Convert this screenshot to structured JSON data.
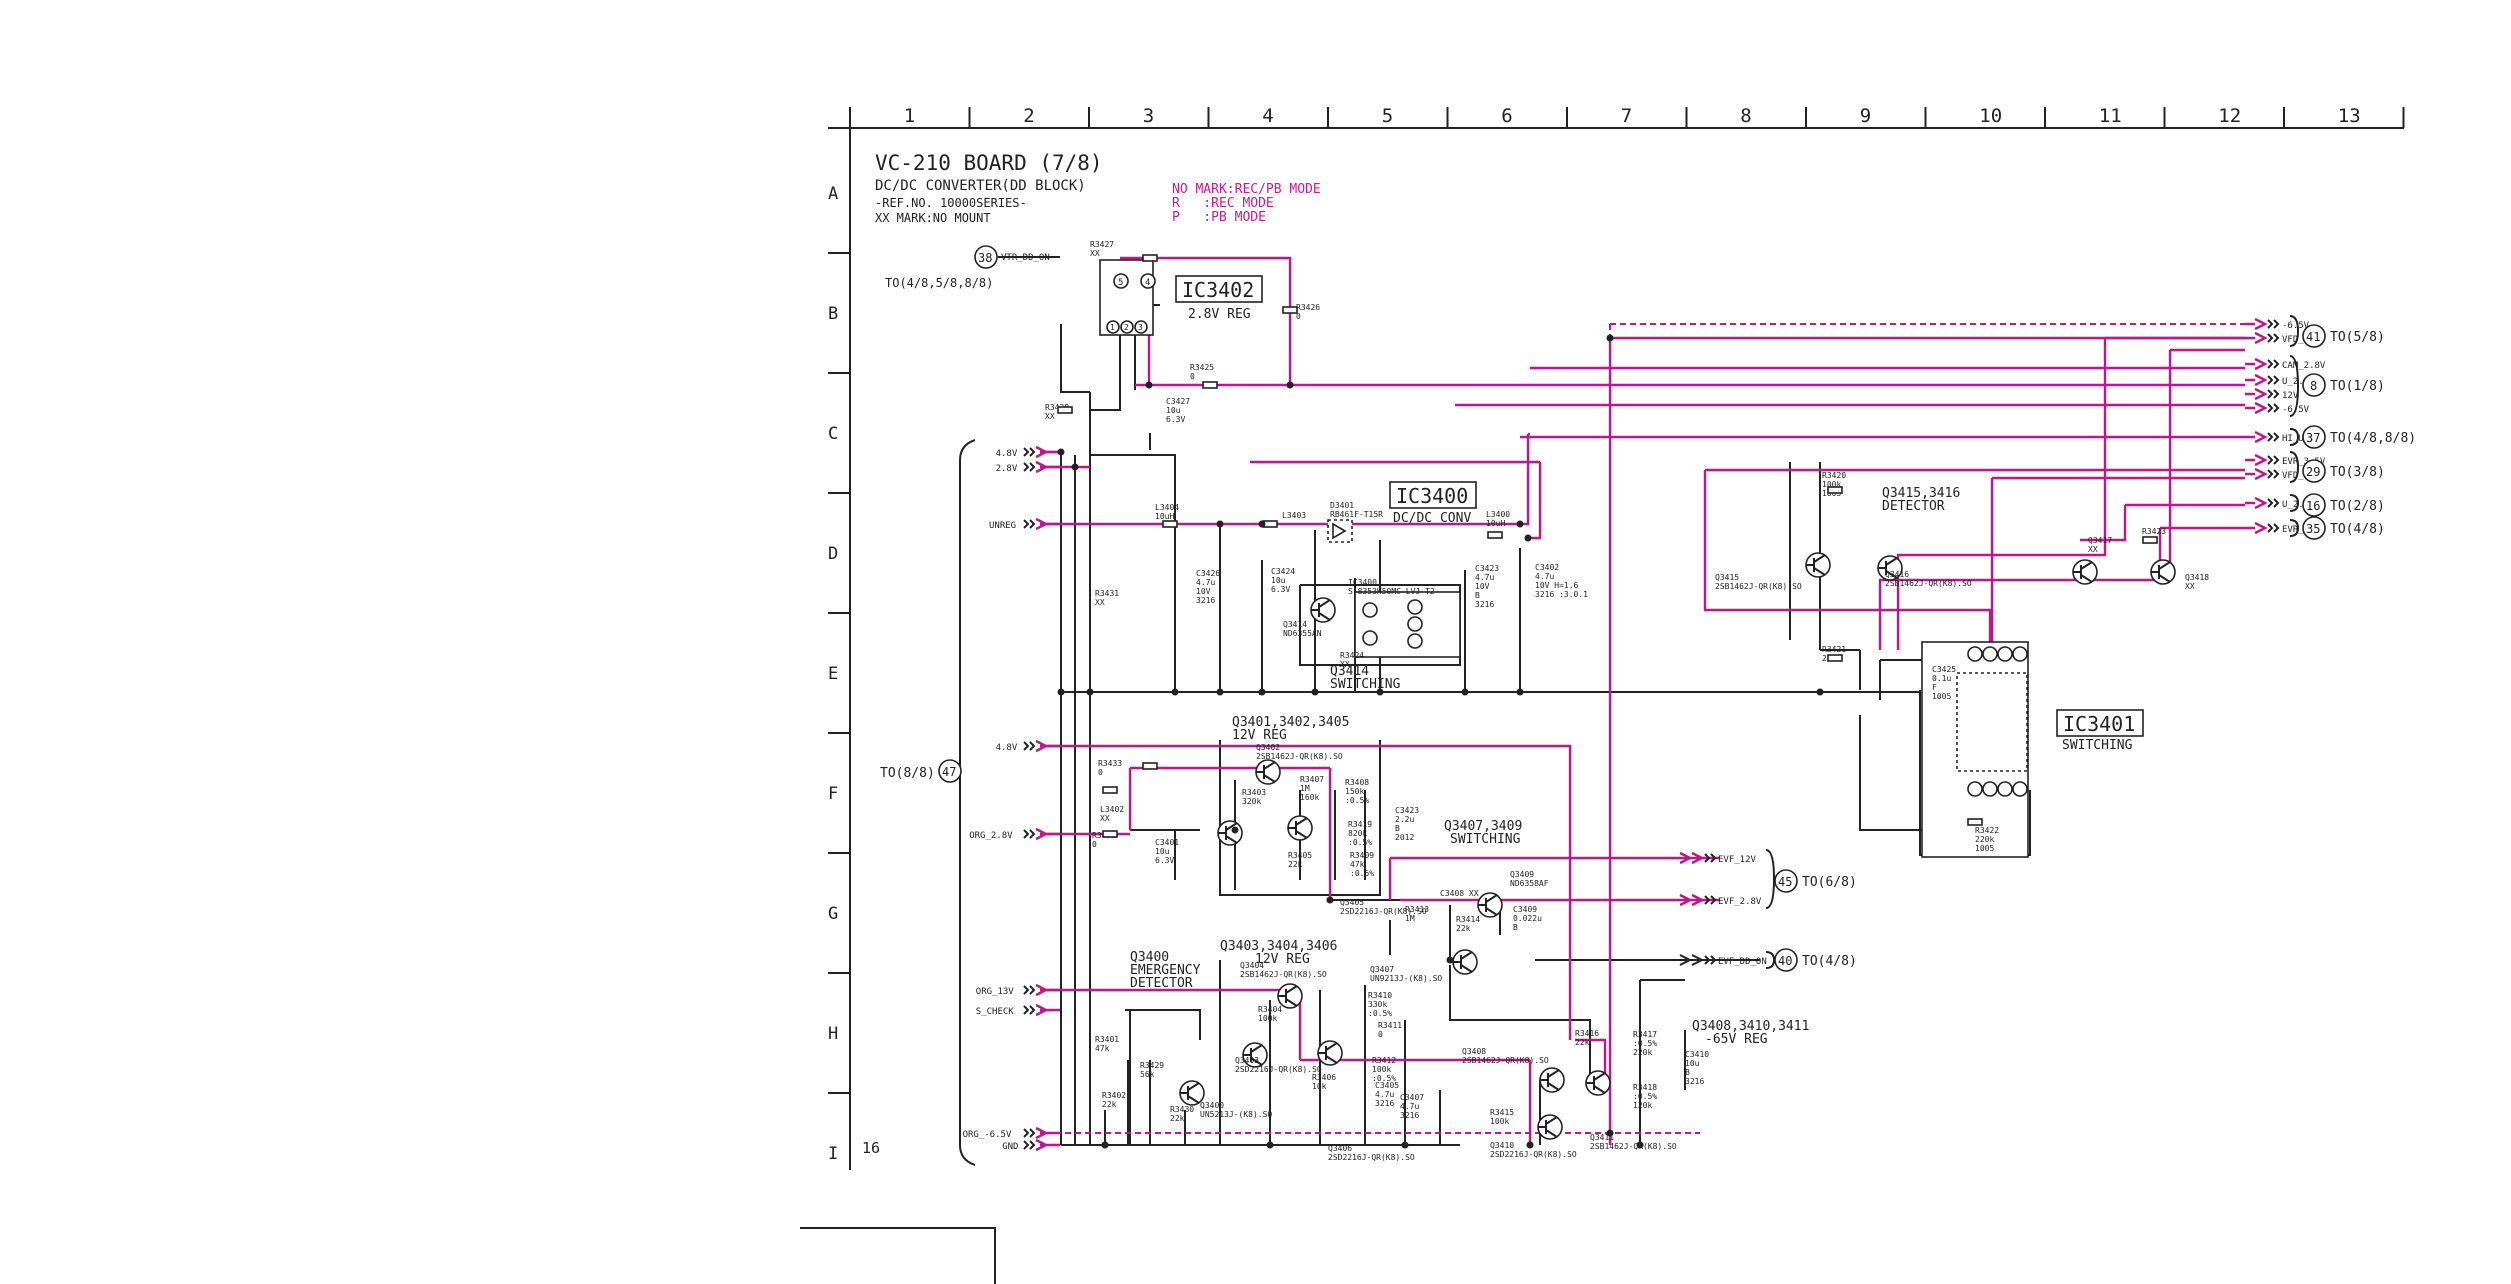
{
  "sheet": {
    "title": "VC-210 BOARD (7/8)",
    "subtitle": "DC/DC CONVERTER(DD BLOCK)",
    "ref_no": "-REF.NO. 10000SERIES-",
    "no_mount": "XX MARK:NO MOUNT",
    "page_number": "16"
  },
  "mode_legend": [
    "NO MARK:REC/PB MODE",
    "R   :REC MODE",
    "P   :PB MODE"
  ],
  "columns": [
    "1",
    "2",
    "3",
    "4",
    "5",
    "6",
    "7",
    "8",
    "9",
    "10",
    "11",
    "12",
    "13"
  ],
  "rows": [
    "A",
    "B",
    "C",
    "D",
    "E",
    "F",
    "G",
    "H",
    "I"
  ],
  "ic_blocks": {
    "ic3402": {
      "label": "IC3402",
      "desc": "2.8V REG"
    },
    "ic3400": {
      "label": "IC3400",
      "desc": "DC/DC CONV"
    },
    "ic3401": {
      "label": "IC3401",
      "desc": "SWITCHING"
    }
  },
  "block_labels": {
    "q3414": [
      "Q3414",
      "SWITCHING"
    ],
    "q3401": [
      "Q3401,3402,3405",
      "12V REG"
    ],
    "q3407": [
      "Q3407,3409",
      "SWITCHING"
    ],
    "q3403": [
      "Q3403,3404,3406",
      "12V REG"
    ],
    "q3400": [
      "Q3400",
      "EMERGENCY",
      "DETECTOR"
    ],
    "q3408": [
      "Q3408,3410,3411",
      "-65V REG"
    ],
    "q3415": [
      "Q3415,3416",
      "DETECTOR"
    ]
  },
  "left_connectors": {
    "c38": {
      "num": "38",
      "sig": "VTR_DD_ON",
      "dest": "TO(4/8,5/8,8/8)"
    },
    "c47": {
      "num": "47",
      "dest": "TO(8/8)"
    },
    "inputs": [
      "4.8V",
      "2.8V",
      "UNREG",
      "4.8V",
      "ORG_2.8V",
      "ORG_13V",
      "S_CHECK",
      "ORG_-6.5V",
      "GND"
    ]
  },
  "right_connectors": {
    "c41": {
      "num": "41",
      "dest": "TO(5/8)",
      "sigs": [
        "-6.5V",
        "VFD_2.8V"
      ]
    },
    "c8": {
      "num": "8",
      "dest": "TO(1/8)",
      "sigs": [
        "CAM_2.8V",
        "U_2.8V",
        "12V",
        "-6.5V"
      ]
    },
    "c37": {
      "num": "37",
      "dest": "TO(4/8,8/8)",
      "sigs": [
        "HI_UNREG"
      ]
    },
    "c29": {
      "num": "29",
      "dest": "TO(3/8)",
      "sigs": [
        "EVR_3.5V",
        "VFD_2.8V"
      ]
    },
    "c16": {
      "num": "16",
      "dest": "TO(2/8)",
      "sigs": [
        "U_2.8V"
      ]
    },
    "c35": {
      "num": "35",
      "dest": "TO(4/8)",
      "sigs": [
        "EVR_3.5V"
      ]
    },
    "c45": {
      "num": "45",
      "dest": "TO(6/8)",
      "sigs": [
        "EVF_12V",
        "EVF_2.8V"
      ]
    },
    "c40": {
      "num": "40",
      "dest": "TO(4/8)",
      "sigs": [
        "EVF_DD_ON"
      ]
    }
  },
  "parts": [
    {
      "id": "r3427",
      "lines": [
        "R3427",
        "XX"
      ]
    },
    {
      "id": "r3426",
      "lines": [
        "R3426",
        "0"
      ]
    },
    {
      "id": "r3425",
      "lines": [
        "R3425",
        "0"
      ]
    },
    {
      "id": "r3428",
      "lines": [
        "R3428",
        "XX"
      ]
    },
    {
      "id": "c3427",
      "lines": [
        "C3427",
        "10u",
        "6.3V"
      ]
    },
    {
      "id": "l3404",
      "lines": [
        "L3404",
        "10uH"
      ]
    },
    {
      "id": "l3403",
      "lines": [
        "L3403"
      ]
    },
    {
      "id": "d3401",
      "lines": [
        "D3401",
        "RB461F-T15R"
      ]
    },
    {
      "id": "l3400",
      "lines": [
        "L3400",
        "10uH"
      ]
    },
    {
      "id": "c3426",
      "lines": [
        "C3426",
        "4.7u",
        "10V",
        "3216"
      ]
    },
    {
      "id": "c3424",
      "lines": [
        "C3424",
        "10u",
        "6.3V"
      ]
    },
    {
      "id": "ic3400b",
      "lines": [
        "IC3400",
        "S-8353H50MC-LVJ-T2"
      ]
    },
    {
      "id": "q3414",
      "lines": [
        "Q3414",
        "ND6355AN"
      ]
    },
    {
      "id": "r3424",
      "lines": [
        "R3424",
        "XX"
      ]
    },
    {
      "id": "c3423",
      "lines": [
        "C3423",
        "4.7u",
        "10V",
        "B",
        "3216"
      ]
    },
    {
      "id": "c3402",
      "lines": [
        "C3402",
        "4.7u",
        "10V H=1.6",
        "3216 :3.0.1"
      ]
    },
    {
      "id": "r3431",
      "lines": [
        "R3431",
        "XX"
      ]
    },
    {
      "id": "r3420",
      "lines": [
        "R3420",
        "100k",
        "1005"
      ]
    },
    {
      "id": "q3415",
      "lines": [
        "Q3415",
        "2SB1462J-QR(K8).SO"
      ]
    },
    {
      "id": "q3416",
      "lines": [
        "Q3416",
        "2SB1462J-QR(K8).SO"
      ]
    },
    {
      "id": "r3421",
      "lines": [
        "R3421",
        "220k"
      ]
    },
    {
      "id": "q3417",
      "lines": [
        "Q3417",
        "XX"
      ]
    },
    {
      "id": "r3423",
      "lines": [
        "R3423",
        "0"
      ]
    },
    {
      "id": "q3418",
      "lines": [
        "Q3418",
        "XX"
      ]
    },
    {
      "id": "c3425",
      "lines": [
        "C3425",
        "0.1u",
        "F",
        "1005"
      ]
    },
    {
      "id": "r3422",
      "lines": [
        "R3422",
        "220k",
        "1005"
      ]
    },
    {
      "id": "q3402",
      "lines": [
        "Q3402",
        "2SB1462J-QR(K8).SO"
      ]
    },
    {
      "id": "r3403",
      "lines": [
        "R3403",
        "320k"
      ]
    },
    {
      "id": "r3407",
      "lines": [
        "R3407",
        "1M",
        "160k"
      ]
    },
    {
      "id": "r3408",
      "lines": [
        "R3408",
        "150k",
        ":0.5%"
      ]
    },
    {
      "id": "r3419",
      "lines": [
        "R3419",
        "820k",
        ":0.5%"
      ]
    },
    {
      "id": "c3423b",
      "lines": [
        "C3423",
        "2.2u",
        "B",
        "2012"
      ]
    },
    {
      "id": "r3405",
      "lines": [
        "R3405",
        "22k"
      ]
    },
    {
      "id": "r3409",
      "lines": [
        "R3409",
        "47k",
        ":0.5%"
      ]
    },
    {
      "id": "r3433",
      "lines": [
        "R3433",
        "0"
      ]
    },
    {
      "id": "l3402",
      "lines": [
        "L3402",
        "XX"
      ]
    },
    {
      "id": "c3401",
      "lines": [
        "C3401",
        "10u",
        "6.3V"
      ]
    },
    {
      "id": "r3432",
      "lines": [
        "R3432",
        "0"
      ]
    },
    {
      "id": "q3409",
      "lines": [
        "Q3409",
        "ND6358AF"
      ]
    },
    {
      "id": "c3408",
      "lines": [
        "C3408 XX"
      ]
    },
    {
      "id": "q3405",
      "lines": [
        "Q3405",
        "2SD2216J-QR(K8).SO"
      ]
    },
    {
      "id": "r3413",
      "lines": [
        "R3413",
        "1M"
      ]
    },
    {
      "id": "r3414",
      "lines": [
        "R3414",
        "22k"
      ]
    },
    {
      "id": "c3409",
      "lines": [
        "C3409",
        "0.022u",
        "B"
      ]
    },
    {
      "id": "q3404",
      "lines": [
        "Q3404",
        "2SB1462J-QR(K8).SO"
      ]
    },
    {
      "id": "q3407",
      "lines": [
        "Q3407",
        "UN9213J-(K8).SO"
      ]
    },
    {
      "id": "r3404",
      "lines": [
        "R3404",
        "100k"
      ]
    },
    {
      "id": "r3410",
      "lines": [
        "R3410",
        "330k",
        ":0.5%"
      ]
    },
    {
      "id": "r3411",
      "lines": [
        "R3411",
        "0"
      ]
    },
    {
      "id": "q3403",
      "lines": [
        "Q3403",
        "2SD2216J-QR(K8).SO"
      ]
    },
    {
      "id": "r3406",
      "lines": [
        "R3406",
        "10k"
      ]
    },
    {
      "id": "r3412",
      "lines": [
        "R3412",
        "100k",
        ":0.5%"
      ]
    },
    {
      "id": "c3405",
      "lines": [
        "C3405",
        "4.7u",
        "3216"
      ]
    },
    {
      "id": "c3407",
      "lines": [
        "C3407",
        "4.7u",
        "3216"
      ]
    },
    {
      "id": "r3401",
      "lines": [
        "R3401",
        "47k"
      ]
    },
    {
      "id": "r3429",
      "lines": [
        "R3429",
        "56k"
      ]
    },
    {
      "id": "r3402",
      "lines": [
        "R3402",
        "22k"
      ]
    },
    {
      "id": "r3430",
      "lines": [
        "R3430",
        "22k"
      ]
    },
    {
      "id": "q3400",
      "lines": [
        "Q3400",
        "UN5213J-(K8).SO"
      ]
    },
    {
      "id": "q3406",
      "lines": [
        "Q3406",
        "2SD2216J-QR(K8).SO"
      ]
    },
    {
      "id": "q3408",
      "lines": [
        "Q3408",
        "2SB1462J-QR(K8).SO"
      ]
    },
    {
      "id": "r3416",
      "lines": [
        "R3416",
        "22k"
      ]
    },
    {
      "id": "r3417",
      "lines": [
        "R3417",
        ":0.5%",
        "220k"
      ]
    },
    {
      "id": "c3410",
      "lines": [
        "C3410",
        "10u",
        "B",
        "3216"
      ]
    },
    {
      "id": "r3418",
      "lines": [
        "R3418",
        ":0.5%",
        "120k"
      ]
    },
    {
      "id": "r3415",
      "lines": [
        "R3415",
        "100k"
      ]
    },
    {
      "id": "q3410",
      "lines": [
        "Q3410",
        "2SD2216J-QR(K8).SO"
      ]
    },
    {
      "id": "q3411",
      "lines": [
        "Q3411",
        "2SB1462J-QR(K8).SO"
      ]
    }
  ]
}
